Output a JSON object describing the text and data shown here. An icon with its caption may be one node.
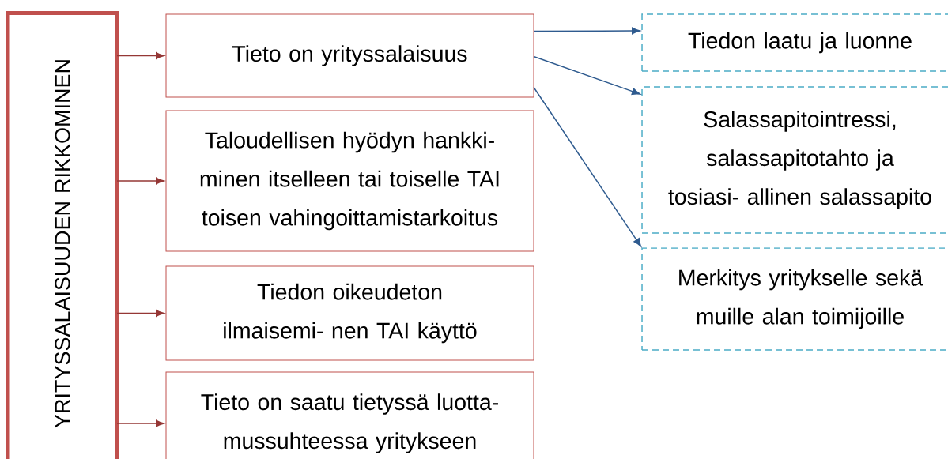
{
  "diagram": {
    "nodes": [
      {
        "text": [
          "YRITYSSALAISUUDEN RIKKOMINEN"
        ]
      },
      {
        "text": [
          "Tieto on yrityssalaisuus"
        ]
      },
      {
        "text": [
          "Taloudellisen hyödyn hankki- minen itselleen tai toiselle TAI toisen vahingoittamistarkoitus"
        ]
      },
      {
        "text": [
          "Tiedon oikeudeton ilmaisemi- nen TAI käyttö"
        ]
      },
      {
        "text": [
          "Tieto on saatu tietyssä luotta- mussuhteessa yritykseen"
        ]
      },
      {
        "text": [
          "Tiedon laatu ja luonne"
        ]
      },
      {
        "text": [
          "Salassapitointressi, salassapitotahto ja tosiasi- allinen salassapito"
        ]
      },
      {
        "text": [
          "Merkitys yritykselle sekä muille alan toimijoille"
        ]
      }
    ],
    "edges": [
      {
        "from": 0,
        "to": 1,
        "arrow": "to"
      },
      {
        "from": 0,
        "to": 2,
        "arrow": "to"
      },
      {
        "from": 0,
        "to": 3,
        "arrow": "to"
      },
      {
        "from": 0,
        "to": 4,
        "arrow": "to"
      },
      {
        "from": 1,
        "to": 5,
        "arrow": "to",
        "color": "#2f5b8f"
      },
      {
        "from": 1,
        "to": 6,
        "arrow": "to",
        "color": "#2f5b8f"
      },
      {
        "from": 1,
        "to": 7,
        "arrow": "to",
        "color": "#2f5b8f"
      }
    ]
  }
}
